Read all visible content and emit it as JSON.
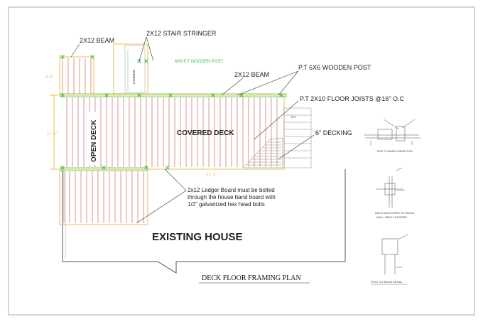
{
  "plan": {
    "title": "DECK FLOOR FRAMING PLAN",
    "labels": {
      "beam_top_left": "2X12 BEAM",
      "stair_stringer": "2X12 STAIR STRINGER",
      "wooden_post": "6X6 P.T WOODEN POST",
      "beam_mid": "2X12 BEAM",
      "pt_post": "P.T 6X6 WOODEN POST",
      "floor_joists": "P.T 2X10 FLOOR JOISTS @16\" O.C",
      "decking": "6\" DECKING",
      "ledger_note_1": "2x12 Ledger Board must be bolted",
      "ledger_note_2": "through the house band board with",
      "ledger_note_3": "1/2\" galvanized hex head bolts"
    },
    "areas": {
      "open_deck": "OPEN DECK",
      "covered_deck": "COVERED DECK",
      "existing_house": "EXISTING HOUSE",
      "landing": "LANDING"
    },
    "dimensions": {
      "top_left": "8'-6\"",
      "left_side": "11'-6\"",
      "bottom_span": "22'-3\"",
      "dn": "DN"
    }
  },
  "details": {
    "joist_connection": "JOIST TO BEAM CONNECTION",
    "ledger_detail_1": "DECK ANCHORED TO WOOD",
    "ledger_detail_2": "WALL DECK LEDGERS",
    "post_detail": "POST TO BEAM DETAIL"
  },
  "colors": {
    "joist": "#d06a5a",
    "framing": "#e8c24a",
    "post": "#3fbf3f",
    "leader": "#333333",
    "outline": "#444444"
  }
}
